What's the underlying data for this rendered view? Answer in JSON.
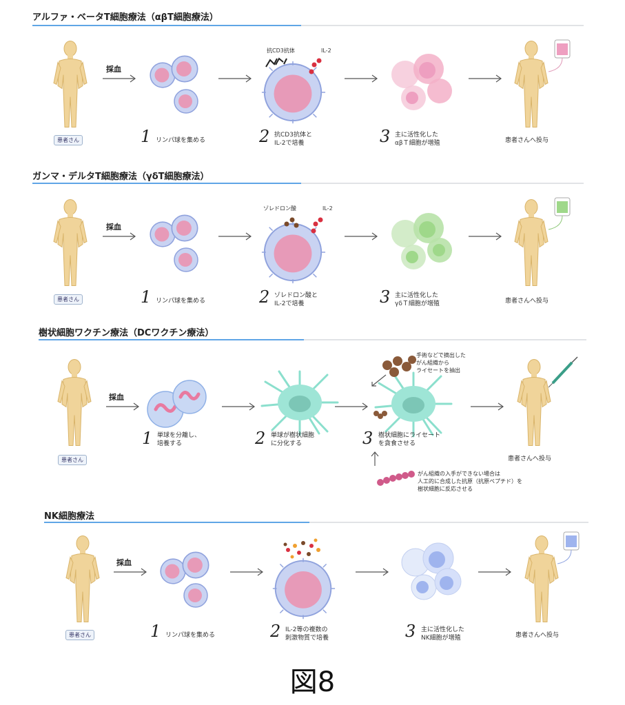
{
  "sections": [
    {
      "title": "アルファ・ベータT細胞療法（αβT細胞療法）",
      "patient_label": "患者さん",
      "draw_label": "採血",
      "step1_num": "1",
      "step1_text": "リンパ球を集める",
      "step2_num": "2",
      "step2_text": "抗CD3抗体と\nIL-2で培養",
      "step3_num": "3",
      "step3_text": "主に活性化した\nαβＴ細胞が増殖",
      "final_text": "患者さんへ投与",
      "stim_label_a": "抗CD3抗体",
      "stim_label_b": "IL-2",
      "accent": "#ee9fc0"
    },
    {
      "title": "ガンマ・デルタT細胞療法（γδT細胞療法）",
      "patient_label": "患者さん",
      "draw_label": "採血",
      "step1_num": "1",
      "step1_text": "リンパ球を集める",
      "step2_num": "2",
      "step2_text": "ゾレドロン酸と\nIL-2で培養",
      "step3_num": "3",
      "step3_text": "主に活性化した\nγδＴ細胞が増殖",
      "final_text": "患者さんへ投与",
      "stim_label_a": "ゾレドロン酸",
      "stim_label_b": "IL-2",
      "accent": "#9fd88a"
    },
    {
      "title": "樹状細胞ワクチン療法（DCワクチン療法）",
      "patient_label": "患者さん",
      "draw_label": "採血",
      "step1_num": "1",
      "step1_text": "単球を分離し、\n培養する",
      "step2_num": "2",
      "step2_text": "単球が樹状細胞\nに分化する",
      "step3_num": "3",
      "step3_text": "樹状細胞にライセート\nを貪食させる",
      "final_text": "患者さんへ投与",
      "lysate_note": "手術などで摘出した\nがん組織から\nライセートを抽出",
      "peptide_note": "がん組織の入手ができない場合は\n人工的に合成した抗原（抗原ペプチド）を\n樹状細胞に反応させる",
      "accent": "#7fdcc8"
    },
    {
      "title": "NK細胞療法",
      "patient_label": "患者さん",
      "draw_label": "採血",
      "step1_num": "1",
      "step1_text": "リンパ球を集める",
      "step2_num": "2",
      "step2_text": "IL-2等の複数の\n刺激物質で培養",
      "step3_num": "3",
      "step3_text": "主に活性化した\nNK細胞が増殖",
      "final_text": "患者さんへ投与",
      "accent": "#9fb4ee"
    }
  ],
  "figure_caption": "図8",
  "colors": {
    "body": "#f0d49a",
    "body_stroke": "#d9b46a",
    "cell_outer": "#b9c8f0",
    "cell_inner": "#e79ab8",
    "rule_blue": "#5fa5e6",
    "rule_gray": "#e1e3e6"
  }
}
